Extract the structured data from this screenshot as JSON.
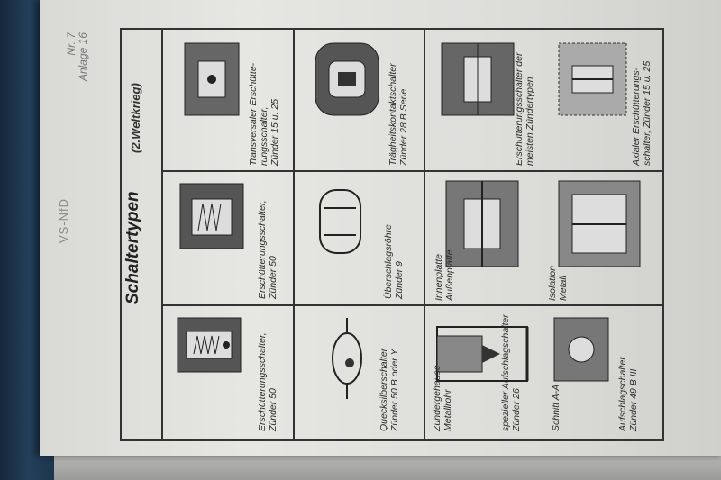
{
  "header": {
    "classification": "VS-NfD",
    "number": "Nr. 7",
    "annex": "Anlage 16"
  },
  "title": {
    "main": "Schaltertypen",
    "sub": "(2.Weltkrieg)"
  },
  "cells": [
    {
      "id": "r1c1",
      "caption": [
        "Erschütterungsschalter,",
        "Zünder 50"
      ]
    },
    {
      "id": "r1c2",
      "caption": [
        "Quecksilberschalter",
        "Zünder 50 B oder Y"
      ]
    },
    {
      "id": "r1c3",
      "caption": [
        "Zündergehäuse",
        "Metallrohr",
        "spezieller Aufschlagschalter",
        "Zünder 26"
      ]
    },
    {
      "id": "r1c4",
      "caption": [
        "Schnitt A-A",
        "Aufschlagschalter",
        "Zünder 49 B III"
      ]
    },
    {
      "id": "r2c1",
      "caption": [
        "Erschütterungsschalter,",
        "Zünder 50"
      ]
    },
    {
      "id": "r2c2",
      "caption": [
        "Überschlagsröhre",
        "Zünder 9"
      ]
    },
    {
      "id": "r2c3",
      "caption": [
        "Innenplatte",
        "Außenplatte"
      ]
    },
    {
      "id": "r2c4",
      "caption": [
        "Isolation",
        "Metall"
      ]
    },
    {
      "id": "r3c1",
      "caption": [
        "Transversaler Erschütte-",
        "rungsschalter,",
        "Zünder 15 u. 25"
      ]
    },
    {
      "id": "r3c2",
      "caption": [
        "Trägheitskontaktschalter",
        "Zünder 28 B Serie"
      ]
    },
    {
      "id": "r3c3",
      "caption": [
        "Erschütterungsschalter der",
        "meisten Zündertypen"
      ]
    },
    {
      "id": "r3c4",
      "caption": [
        "Axialer Erschütterungs-",
        "schalter, Zünder 15 u. 25"
      ]
    }
  ]
}
